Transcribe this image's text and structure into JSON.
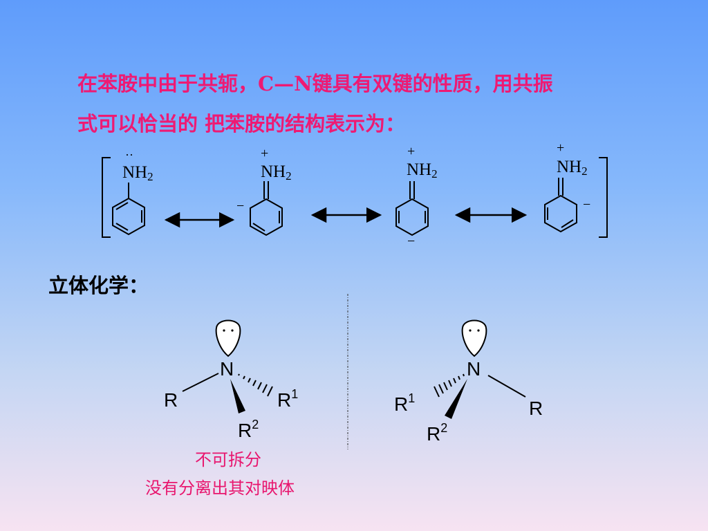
{
  "intro": {
    "line1": "在苯胺中由于共轭，C—N键具有双键的性质，用共振",
    "line2": "式可以恰当的 把苯胺的结构表示为："
  },
  "resonance": {
    "amine_label": "NH",
    "subscript": "2",
    "plus": "+",
    "minus": "−"
  },
  "stereo": {
    "title": "立体化学：",
    "atom_n": "N",
    "r": "R",
    "r1": "R",
    "r1_sup": "1",
    "r2": "R",
    "r2_sup": "2",
    "lone_pair": "··",
    "note_line1": "不可拆分",
    "note_line2": "没有分离出其对映体"
  },
  "colors": {
    "accent_text": "#ee1a73",
    "ink": "#000000"
  }
}
